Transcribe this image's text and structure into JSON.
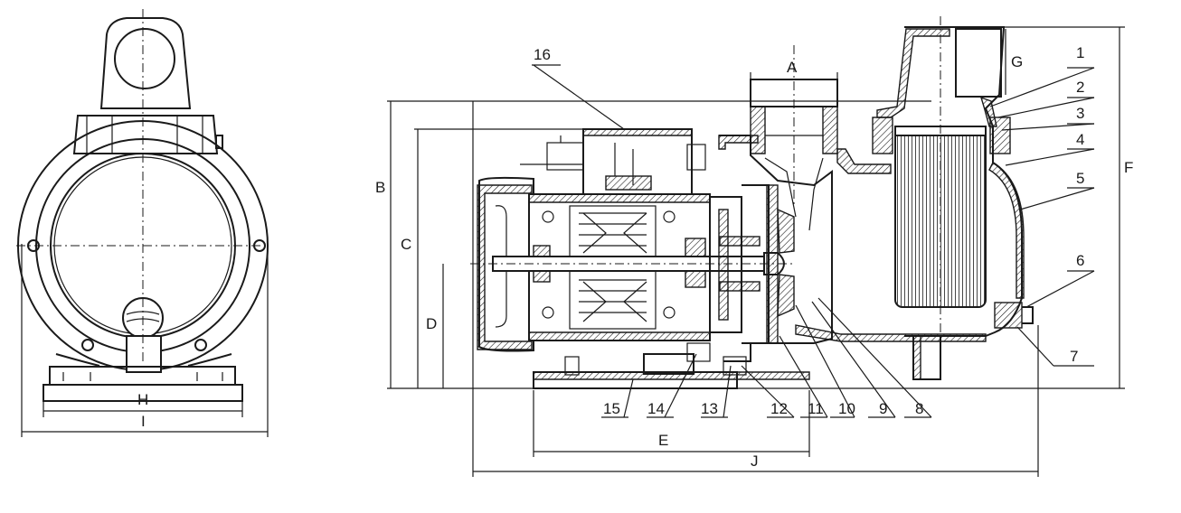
{
  "dimension_labels": {
    "A": "A",
    "B": "B",
    "C": "C",
    "D": "D",
    "E": "E",
    "F": "F",
    "G": "G",
    "H": "H",
    "I": "I",
    "J": "J"
  },
  "part_numbers": [
    "1",
    "2",
    "3",
    "4",
    "5",
    "6",
    "7",
    "8",
    "9",
    "10",
    "11",
    "12",
    "13",
    "14",
    "15",
    "16"
  ]
}
